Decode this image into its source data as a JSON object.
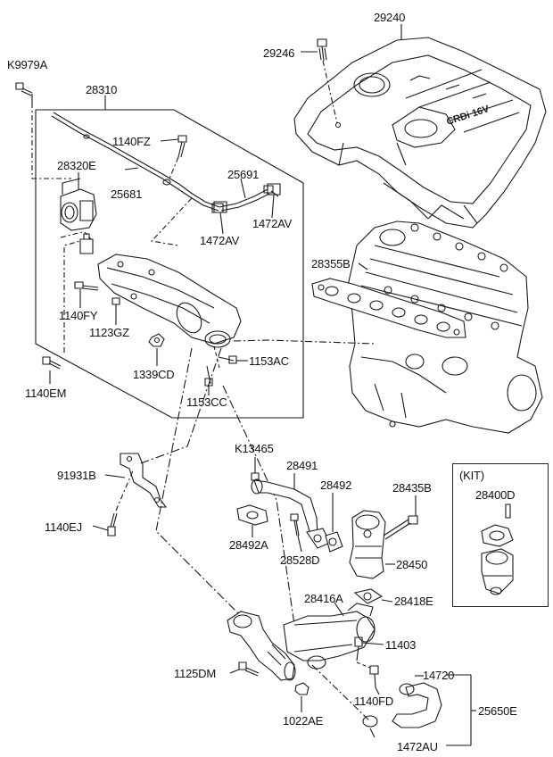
{
  "labels": {
    "k9979a": "K9979A",
    "p28310": "28310",
    "p28320e": "28320E",
    "p1140fz": "1140FZ",
    "p25691": "25691",
    "p25681": "25681",
    "p1472av_a": "1472AV",
    "p1472av_b": "1472AV",
    "p29240": "29240",
    "p29246": "29246",
    "p28355b": "28355B",
    "p1140fy": "1140FY",
    "p1123gz": "1123GZ",
    "p1339cd": "1339CD",
    "p1153ac": "1153AC",
    "p1153cc": "1153CC",
    "p1140em": "1140EM",
    "k13465": "K13465",
    "p28491": "28491",
    "p28492": "28492",
    "p28435b": "28435B",
    "kit": "(KIT)",
    "p28400d": "28400D",
    "p91931b": "91931B",
    "p1140ej": "1140EJ",
    "p28492a": "28492A",
    "p28528d": "28528D",
    "p28450": "28450",
    "p28416a": "28416A",
    "p28418e": "28418E",
    "p11403": "11403",
    "p1125dm": "1125DM",
    "p14720": "14720",
    "p1140fd": "1140FD",
    "p25650e": "25650E",
    "p1022ae": "1022AE",
    "p1472au": "1472AU"
  },
  "engine_cover_text": "CRDi 16V"
}
